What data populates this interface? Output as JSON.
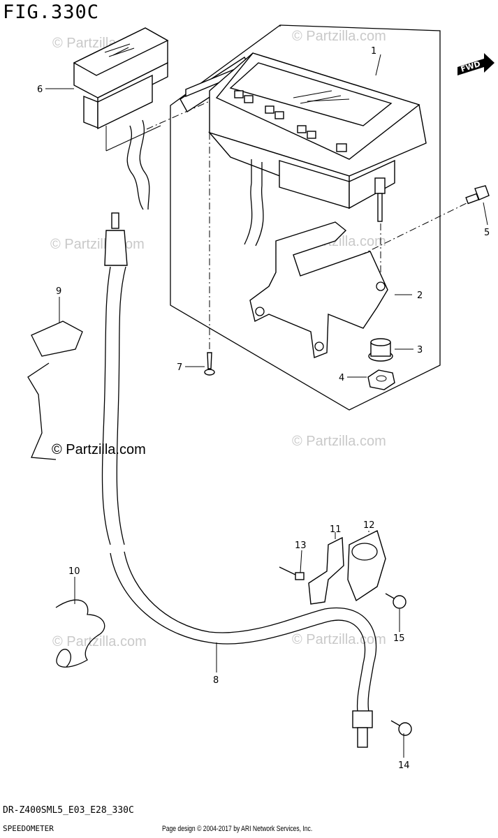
{
  "figure": {
    "title": "FIG.330C",
    "code": "DR-Z400SML5_E03_E28_330C",
    "name": "SPEEDOMETER",
    "copyright": "Page design © 2004-2017 by ARI Network Services, Inc."
  },
  "watermark": {
    "light": "© Partzilla.com",
    "dark": "© Partzilla.com"
  },
  "direction_label": "FWD",
  "callouts": [
    {
      "id": "1",
      "name": "meter-assembly"
    },
    {
      "id": "2",
      "name": "meter-bracket"
    },
    {
      "id": "3",
      "name": "rubber-cushion"
    },
    {
      "id": "4",
      "name": "nut"
    },
    {
      "id": "5",
      "name": "bolt"
    },
    {
      "id": "6",
      "name": "meter-cover"
    },
    {
      "id": "7",
      "name": "screw"
    },
    {
      "id": "8",
      "name": "speedometer-cable"
    },
    {
      "id": "9",
      "name": "cable-guide"
    },
    {
      "id": "10",
      "name": "cable-clamp"
    },
    {
      "id": "11",
      "name": "sensor-bracket"
    },
    {
      "id": "12",
      "name": "sensor-clamp"
    },
    {
      "id": "13",
      "name": "rivet"
    },
    {
      "id": "14",
      "name": "screw-lower"
    },
    {
      "id": "15",
      "name": "screw-upper"
    }
  ]
}
